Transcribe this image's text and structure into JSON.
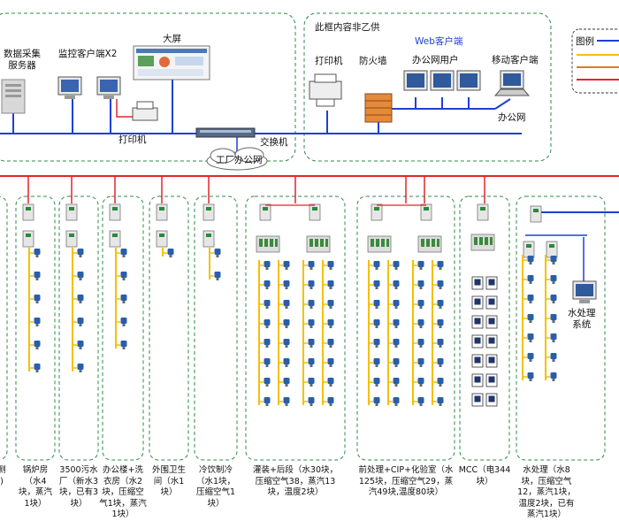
{
  "top_section": {
    "data_server_label": "数据采集\n服务器",
    "monitor_client_label": "监控客户端X2",
    "big_screen_label": "大屏",
    "printer_label": "打印机",
    "switch_label": "交换机",
    "factory_network_label": "工厂办公网"
  },
  "external_box": {
    "note": "此框内容非乙供",
    "printer_label": "打印机",
    "firewall_label": "防火墙",
    "web_client_label": "Web客户端",
    "office_user_label": "办公网用户",
    "mobile_client_label": "移动客户端",
    "office_network_label": "办公网"
  },
  "legend": {
    "title": "图例"
  },
  "groups": [
    {
      "id": "g0",
      "caption": "侧\n)"
    },
    {
      "id": "g1",
      "caption": "锅炉房（水4块，蒸汽1块）"
    },
    {
      "id": "g2",
      "caption": "3500污水厂（新水3块，已有3块）"
    },
    {
      "id": "g3",
      "caption": "办公楼+洗衣房（水2块，压缩空气1块，蒸汽1块）"
    },
    {
      "id": "g4",
      "caption": "外围卫生间（水1块）"
    },
    {
      "id": "g5",
      "caption": "冷饮制冷（水1块，压缩空气1块）"
    },
    {
      "id": "g6",
      "caption": "灌装+后段（水30块，压缩空气38，蒸汽13块，温度2块）"
    },
    {
      "id": "g7",
      "caption": "前处理+CIP+化验室（水125块，压缩空气29，蒸汽49块,温度80块）"
    },
    {
      "id": "g8",
      "caption": "MCC（电344块）"
    },
    {
      "id": "g9",
      "caption": "水处理（水8块，压缩空气12，蒸汽1块，温度2块，已有蒸汽1块）"
    }
  ],
  "water_system_label": "水处理\n系统",
  "colors": {
    "network_blue": "#1f3fd6",
    "fieldbus_red": "#e0262b",
    "meter_yellow": "#f2c100",
    "box_green": "#2e8b4a"
  }
}
